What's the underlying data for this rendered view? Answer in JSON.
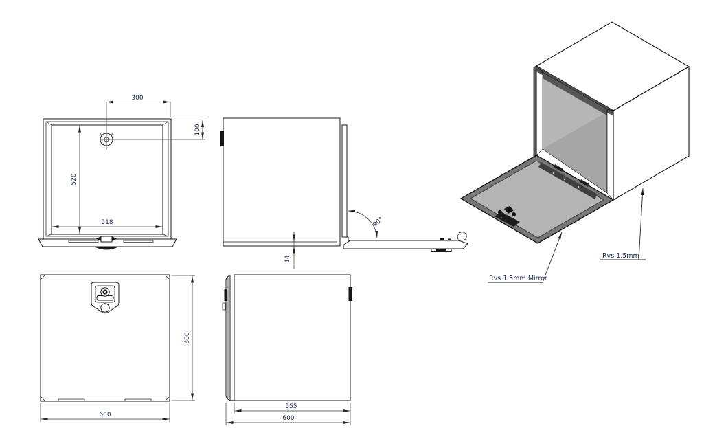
{
  "colors": {
    "background": "#ffffff",
    "line": "#1a1a1a",
    "dimension_text": "#1b2a4e",
    "box_top_face": "#9c9c9c",
    "box_right_face": "#8e8e8e",
    "box_front_frame": "#6e6e6e",
    "frame_top_band": "#4f4f4f",
    "interior_base": "#8e8e8e",
    "interior_left_wall": "#b6b6b6",
    "interior_floor": "#a6a6a6",
    "door_rim": "#777777",
    "door_inner_face": "#b4b4b4"
  },
  "views": {
    "front_open": {
      "dimensions": {
        "hole_offset_x": "300",
        "hole_offset_y": "100",
        "opening_height": "520",
        "opening_width": "518"
      }
    },
    "side_open": {
      "dimensions": {
        "door_open_angle": "90°",
        "door_drop": "14"
      }
    },
    "front_closed": {
      "dimensions": {
        "height": "600",
        "width": "600"
      }
    },
    "side_closed": {
      "dimensions": {
        "inner_depth": "555",
        "overall_depth": "600"
      }
    },
    "isometric": {
      "callouts": {
        "door_material": "Rvs 1.5mm Mirror",
        "body_material": "Rvs 1.5mm"
      }
    }
  }
}
